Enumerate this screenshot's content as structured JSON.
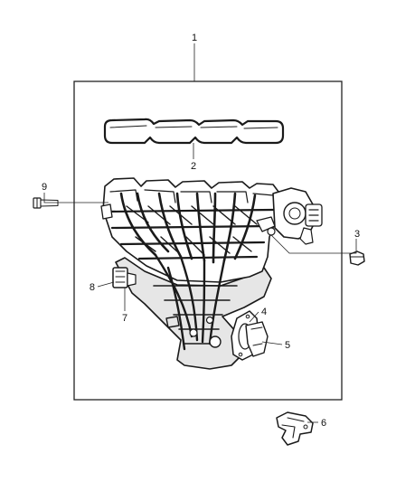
{
  "diagram": {
    "callouts": [
      {
        "id": "1",
        "text": "1"
      },
      {
        "id": "2",
        "text": "2"
      },
      {
        "id": "3",
        "text": "3"
      },
      {
        "id": "4",
        "text": "4"
      },
      {
        "id": "5",
        "text": "5"
      },
      {
        "id": "6",
        "text": "6"
      },
      {
        "id": "7",
        "text": "7"
      },
      {
        "id": "8",
        "text": "8"
      },
      {
        "id": "9",
        "text": "9"
      }
    ],
    "colors": {
      "ink": "#1a1a1a",
      "background": "#ffffff"
    }
  }
}
